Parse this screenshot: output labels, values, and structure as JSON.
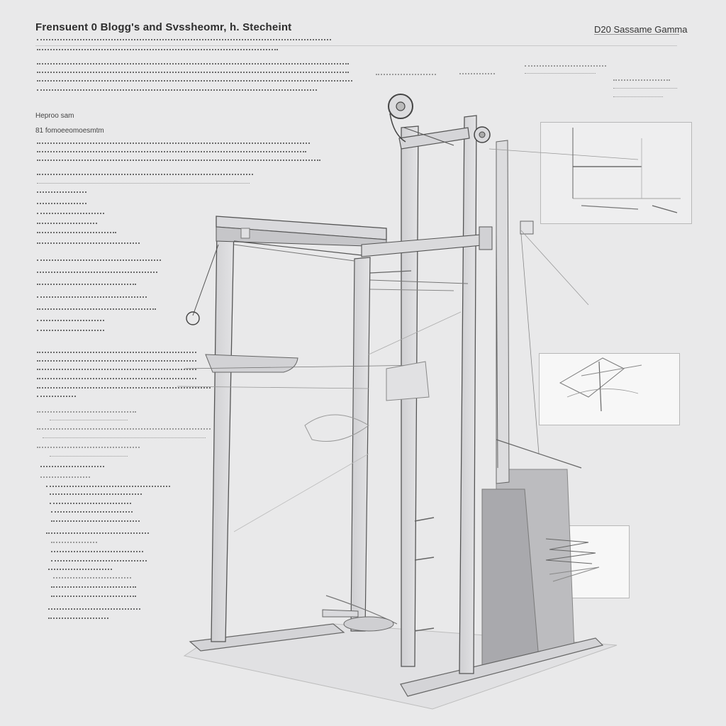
{
  "header": {
    "title": "Frensuent 0 Blogg's and Svssheomr, h. Stecheint",
    "corner_label": "D20 Sassame Gamma"
  },
  "notes": {
    "intro_lines": 2,
    "section_a_lines": 4,
    "subhead_1": "Heproo sam",
    "subhead_2": "81 fomoeeomoesmtm",
    "left_list_items": 14
  },
  "figure": {
    "kind": "technical-sketch",
    "subject": "frame-tower",
    "icons": [
      "pulley-icon",
      "pendulum-icon",
      "bracket-icon"
    ]
  },
  "insets": {
    "top_right": "graph-inset",
    "middle_right": "sketch-inset",
    "bottom_right": "scribble-inset"
  },
  "colors": {
    "background": "#e9e9ea",
    "ink": "#4a4a4a",
    "frame_fill": "#d6d6d8",
    "panel": "#f7f7f7"
  }
}
